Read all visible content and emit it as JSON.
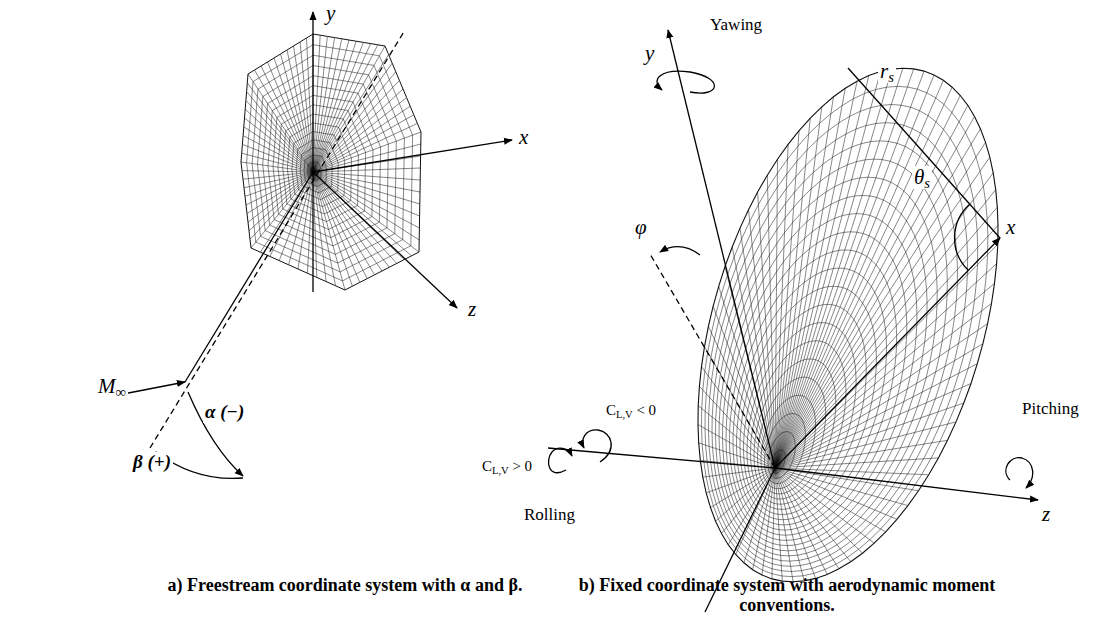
{
  "diagram": {
    "labels": [
      "y",
      "x",
      "z",
      "M∞",
      "α (−)",
      "β (+)",
      "y",
      "Yawing",
      "rs",
      "θs",
      "x",
      "φ",
      "CL,V < 0",
      "CL,V > 0",
      "Rolling",
      "Pitching",
      "z",
      "a) Freestream coordinate system with α and β.",
      "b) Fixed coordinate system with aerodynamic moment conventions."
    ]
  }
}
